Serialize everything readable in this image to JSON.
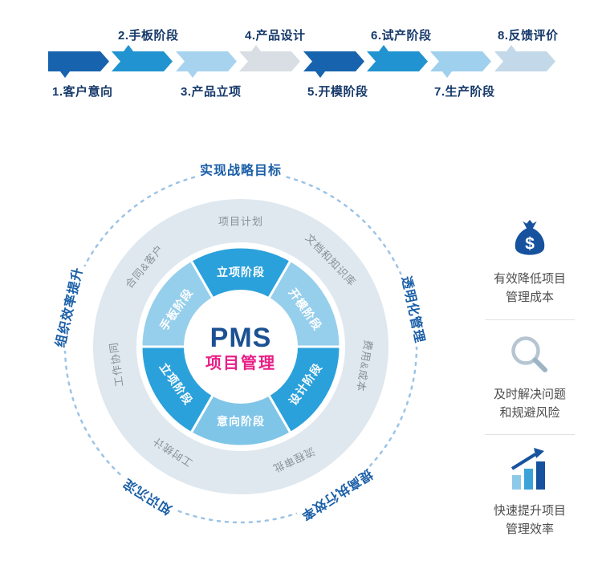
{
  "palette": {
    "dark_blue": "#17529e",
    "mid_blue": "#2193d0",
    "light_blue": "#a7d3ef",
    "pale_gray": "#d8dee3",
    "pink": "#e81e86"
  },
  "process": {
    "segments": [
      {
        "label": "1.客户意向",
        "color": "#1763ae",
        "label_position": "below"
      },
      {
        "label": "2.手板阶段",
        "color": "#2193d0",
        "label_position": "above"
      },
      {
        "label": "3.产品立项",
        "color": "#a7d3ef",
        "label_position": "below"
      },
      {
        "label": "4.产品设计",
        "color": "#d8dee3",
        "label_position": "above"
      },
      {
        "label": "5.开模阶段",
        "color": "#1763ae",
        "label_position": "below"
      },
      {
        "label": "6.试产阶段",
        "color": "#2193d0",
        "label_position": "above"
      },
      {
        "label": "7.生产阶段",
        "color": "#9fd0ee",
        "label_position": "below"
      },
      {
        "label": "8.反馈评价",
        "color": "#c3d9e9",
        "label_position": "above"
      }
    ]
  },
  "wheel": {
    "center": {
      "title": "PMS",
      "subtitle": "项目管理",
      "title_color": "#1c5193",
      "subtitle_color": "#e81e86"
    },
    "sectors": [
      {
        "label": "立项阶段",
        "color": "#2ba1db"
      },
      {
        "label": "开模阶段",
        "color": "#96cfec"
      },
      {
        "label": "设计阶段",
        "color": "#2ba1db"
      },
      {
        "label": "意向阶段",
        "color": "#7fc5e8"
      },
      {
        "label": "立项阶段",
        "color": "#2ba1db"
      },
      {
        "label": "手板阶段",
        "color": "#96cfec"
      }
    ],
    "ring_labels": [
      "项目计划",
      "文档和知识库",
      "费用&成本",
      "流程审批",
      "工时统计",
      "工作协同",
      "合同&客户"
    ],
    "outer_labels": [
      "实现战略目标",
      "透明化管理",
      "提高执行效率",
      "知识沉淀",
      "组织效率提升"
    ]
  },
  "benefits": [
    {
      "icon": "money-bag-icon",
      "lines": [
        "有效降低项目",
        "管理成本"
      ]
    },
    {
      "icon": "magnifier-icon",
      "lines": [
        "及时解决问题",
        "和规避风险"
      ]
    },
    {
      "icon": "bar-chart-up-icon",
      "lines": [
        "快速提升项目",
        "管理效率"
      ]
    }
  ]
}
